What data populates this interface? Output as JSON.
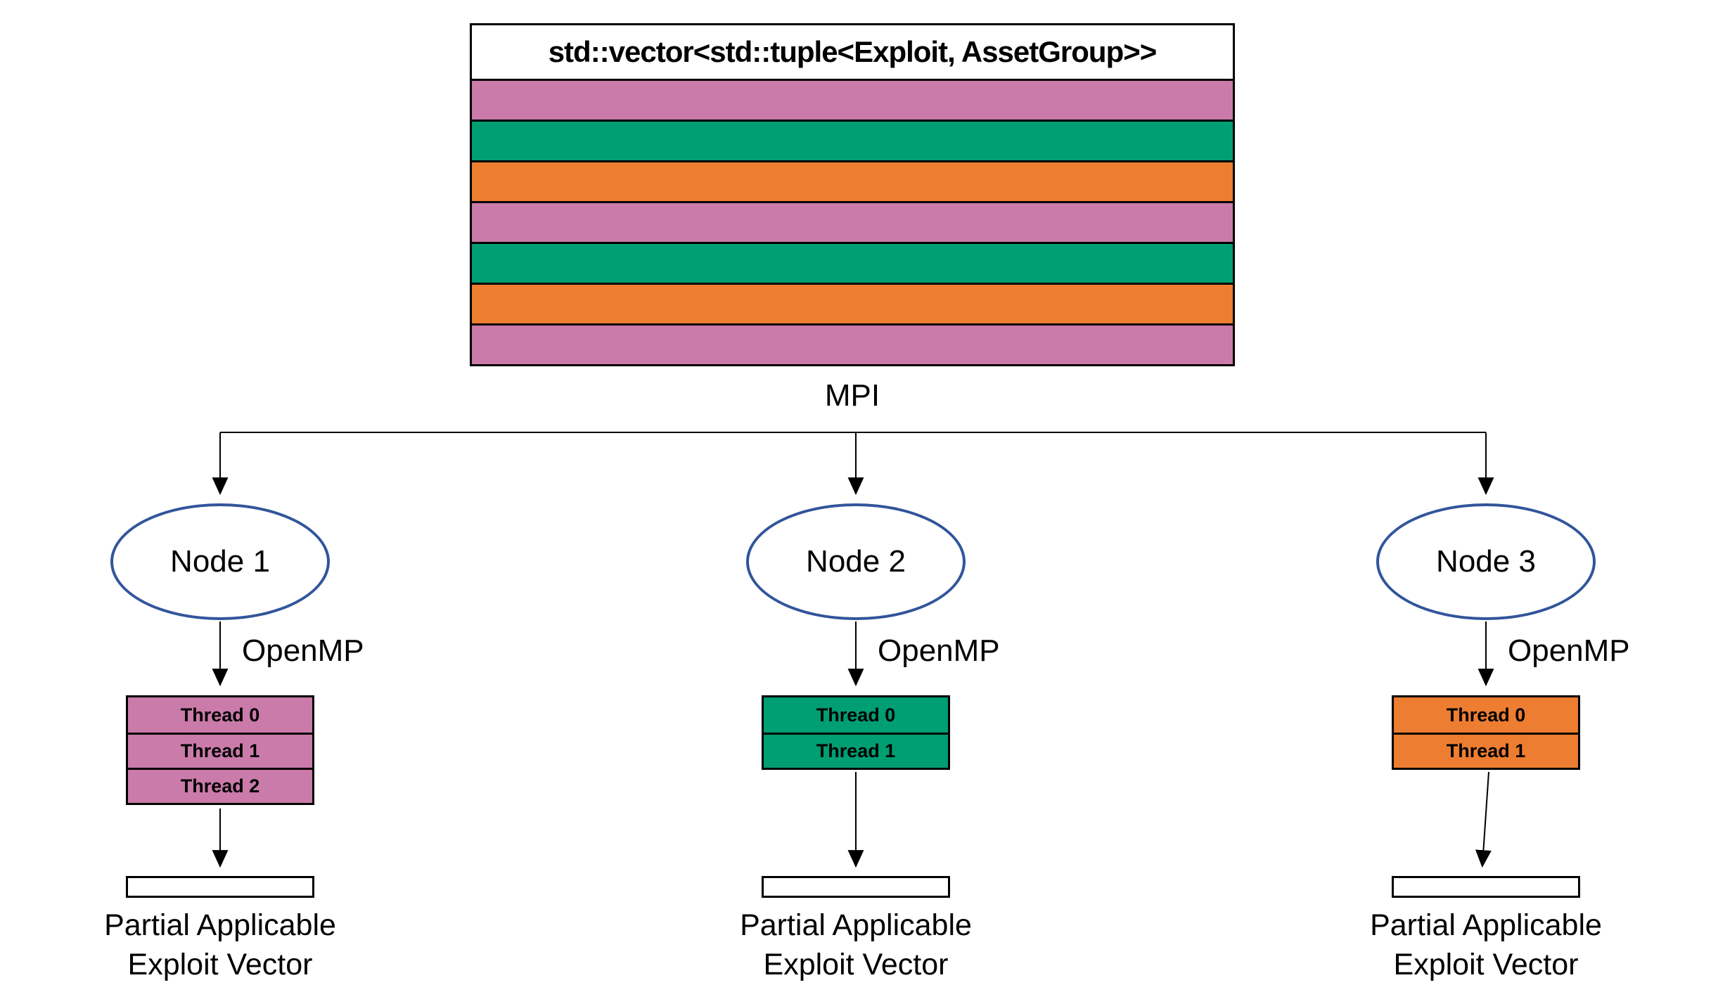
{
  "vector_box": {
    "title": "std::vector<std::tuple<Exploit, AssetGroup>>",
    "stripes": [
      "#CA7BA9",
      "#009E73",
      "#ED7D31",
      "#CA7BA9",
      "#009E73",
      "#ED7D31",
      "#CA7BA9"
    ]
  },
  "labels": {
    "mpi": "MPI",
    "openmp": "OpenMP",
    "partial_line1": "Partial Applicable",
    "partial_line2": "Exploit Vector"
  },
  "colors": {
    "node_outline": "#31559B",
    "connector": "#000000",
    "pink": "#CA7BA9",
    "green": "#009E73",
    "orange": "#ED7D31"
  },
  "nodes": [
    {
      "label": "Node 1",
      "color": "#CA7BA9",
      "threads": [
        "Thread 0",
        "Thread 1",
        "Thread 2"
      ]
    },
    {
      "label": "Node 2",
      "color": "#009E73",
      "threads": [
        "Thread 0",
        "Thread 1"
      ]
    },
    {
      "label": "Node 3",
      "color": "#ED7D31",
      "threads": [
        "Thread 0",
        "Thread 1"
      ]
    }
  ]
}
